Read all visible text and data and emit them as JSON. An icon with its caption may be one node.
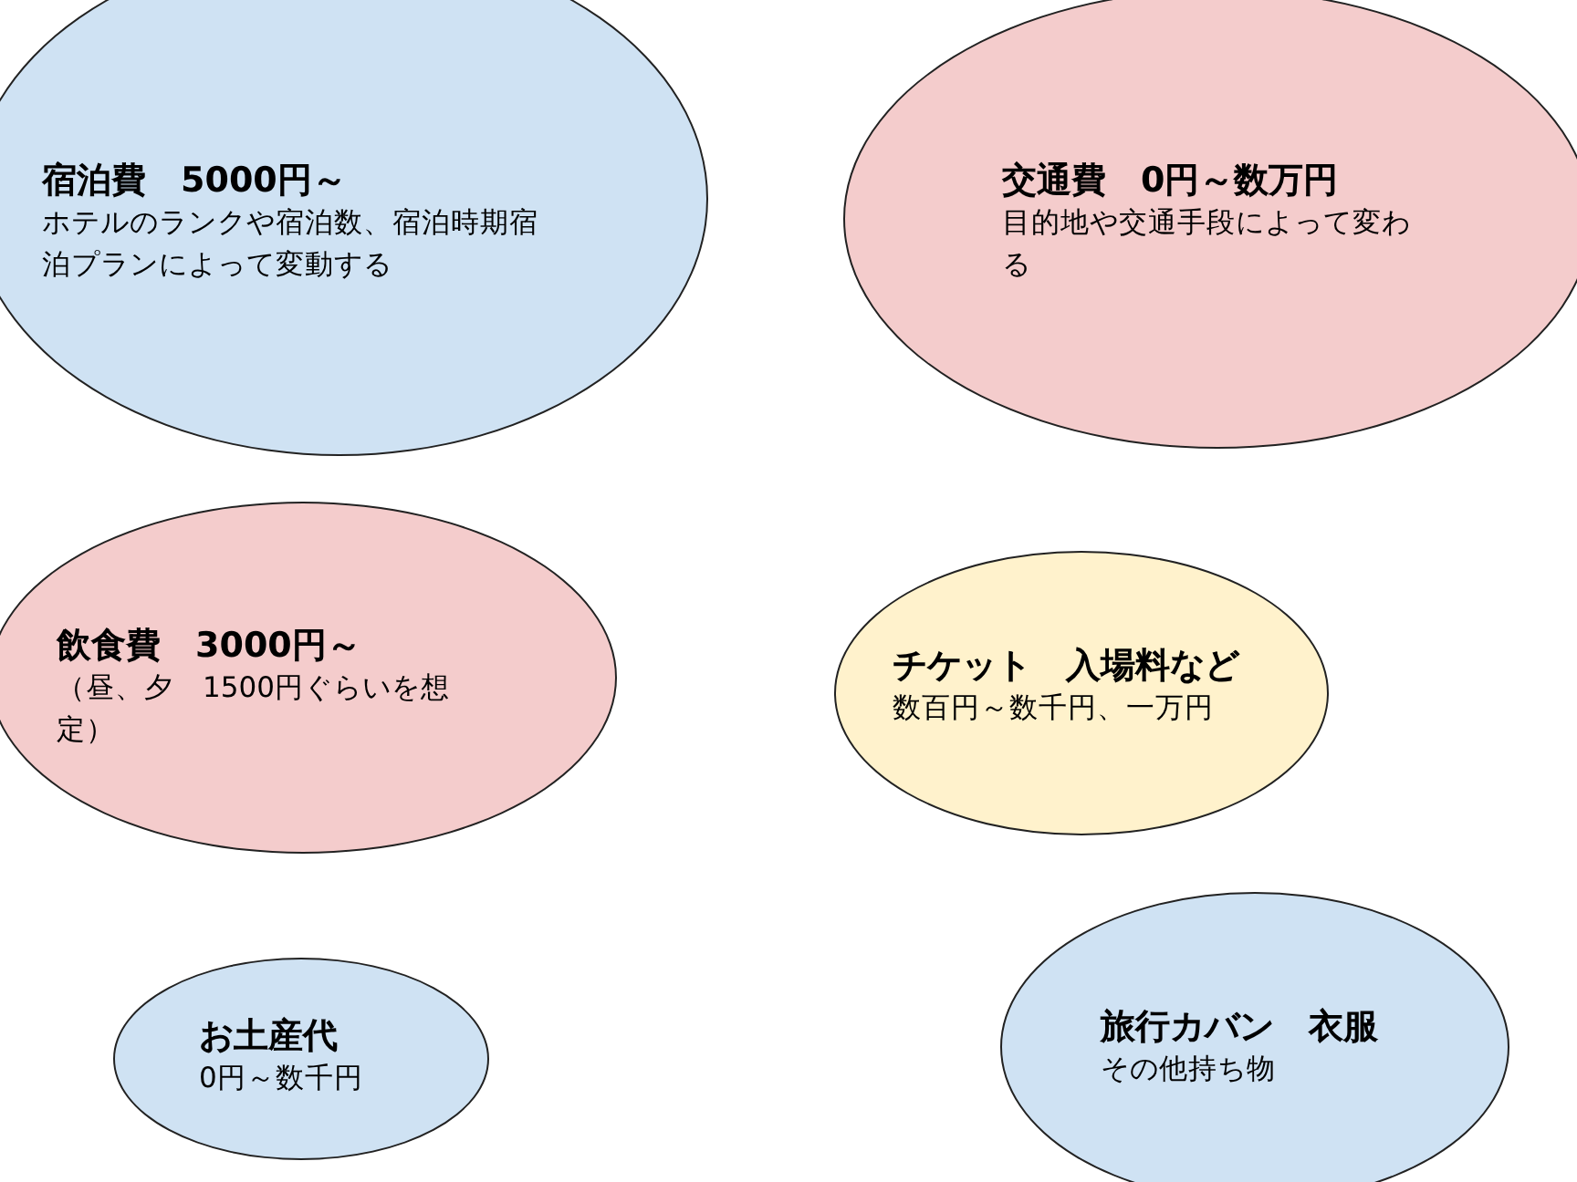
{
  "diagram": {
    "nodes": [
      {
        "text": [
          "宿泊費　5000円～",
          "ホテルのランクや宿泊数、宿泊時期宿泊プランによって変動する"
        ]
      },
      {
        "text": [
          "交通費　0円～数万円",
          "目的地や交通手段によって変わる"
        ]
      },
      {
        "text": [
          "飲食費　3000円～",
          "（昼、夕　1500円ぐらいを想定）"
        ]
      },
      {
        "text": [
          "チケット　入場料など",
          "数百円～数千円、一万円"
        ]
      },
      {
        "text": [
          "お土産代",
          "0円～数千円"
        ]
      },
      {
        "text": [
          "旅行カバン　衣服",
          "その他持ち物"
        ]
      }
    ]
  }
}
